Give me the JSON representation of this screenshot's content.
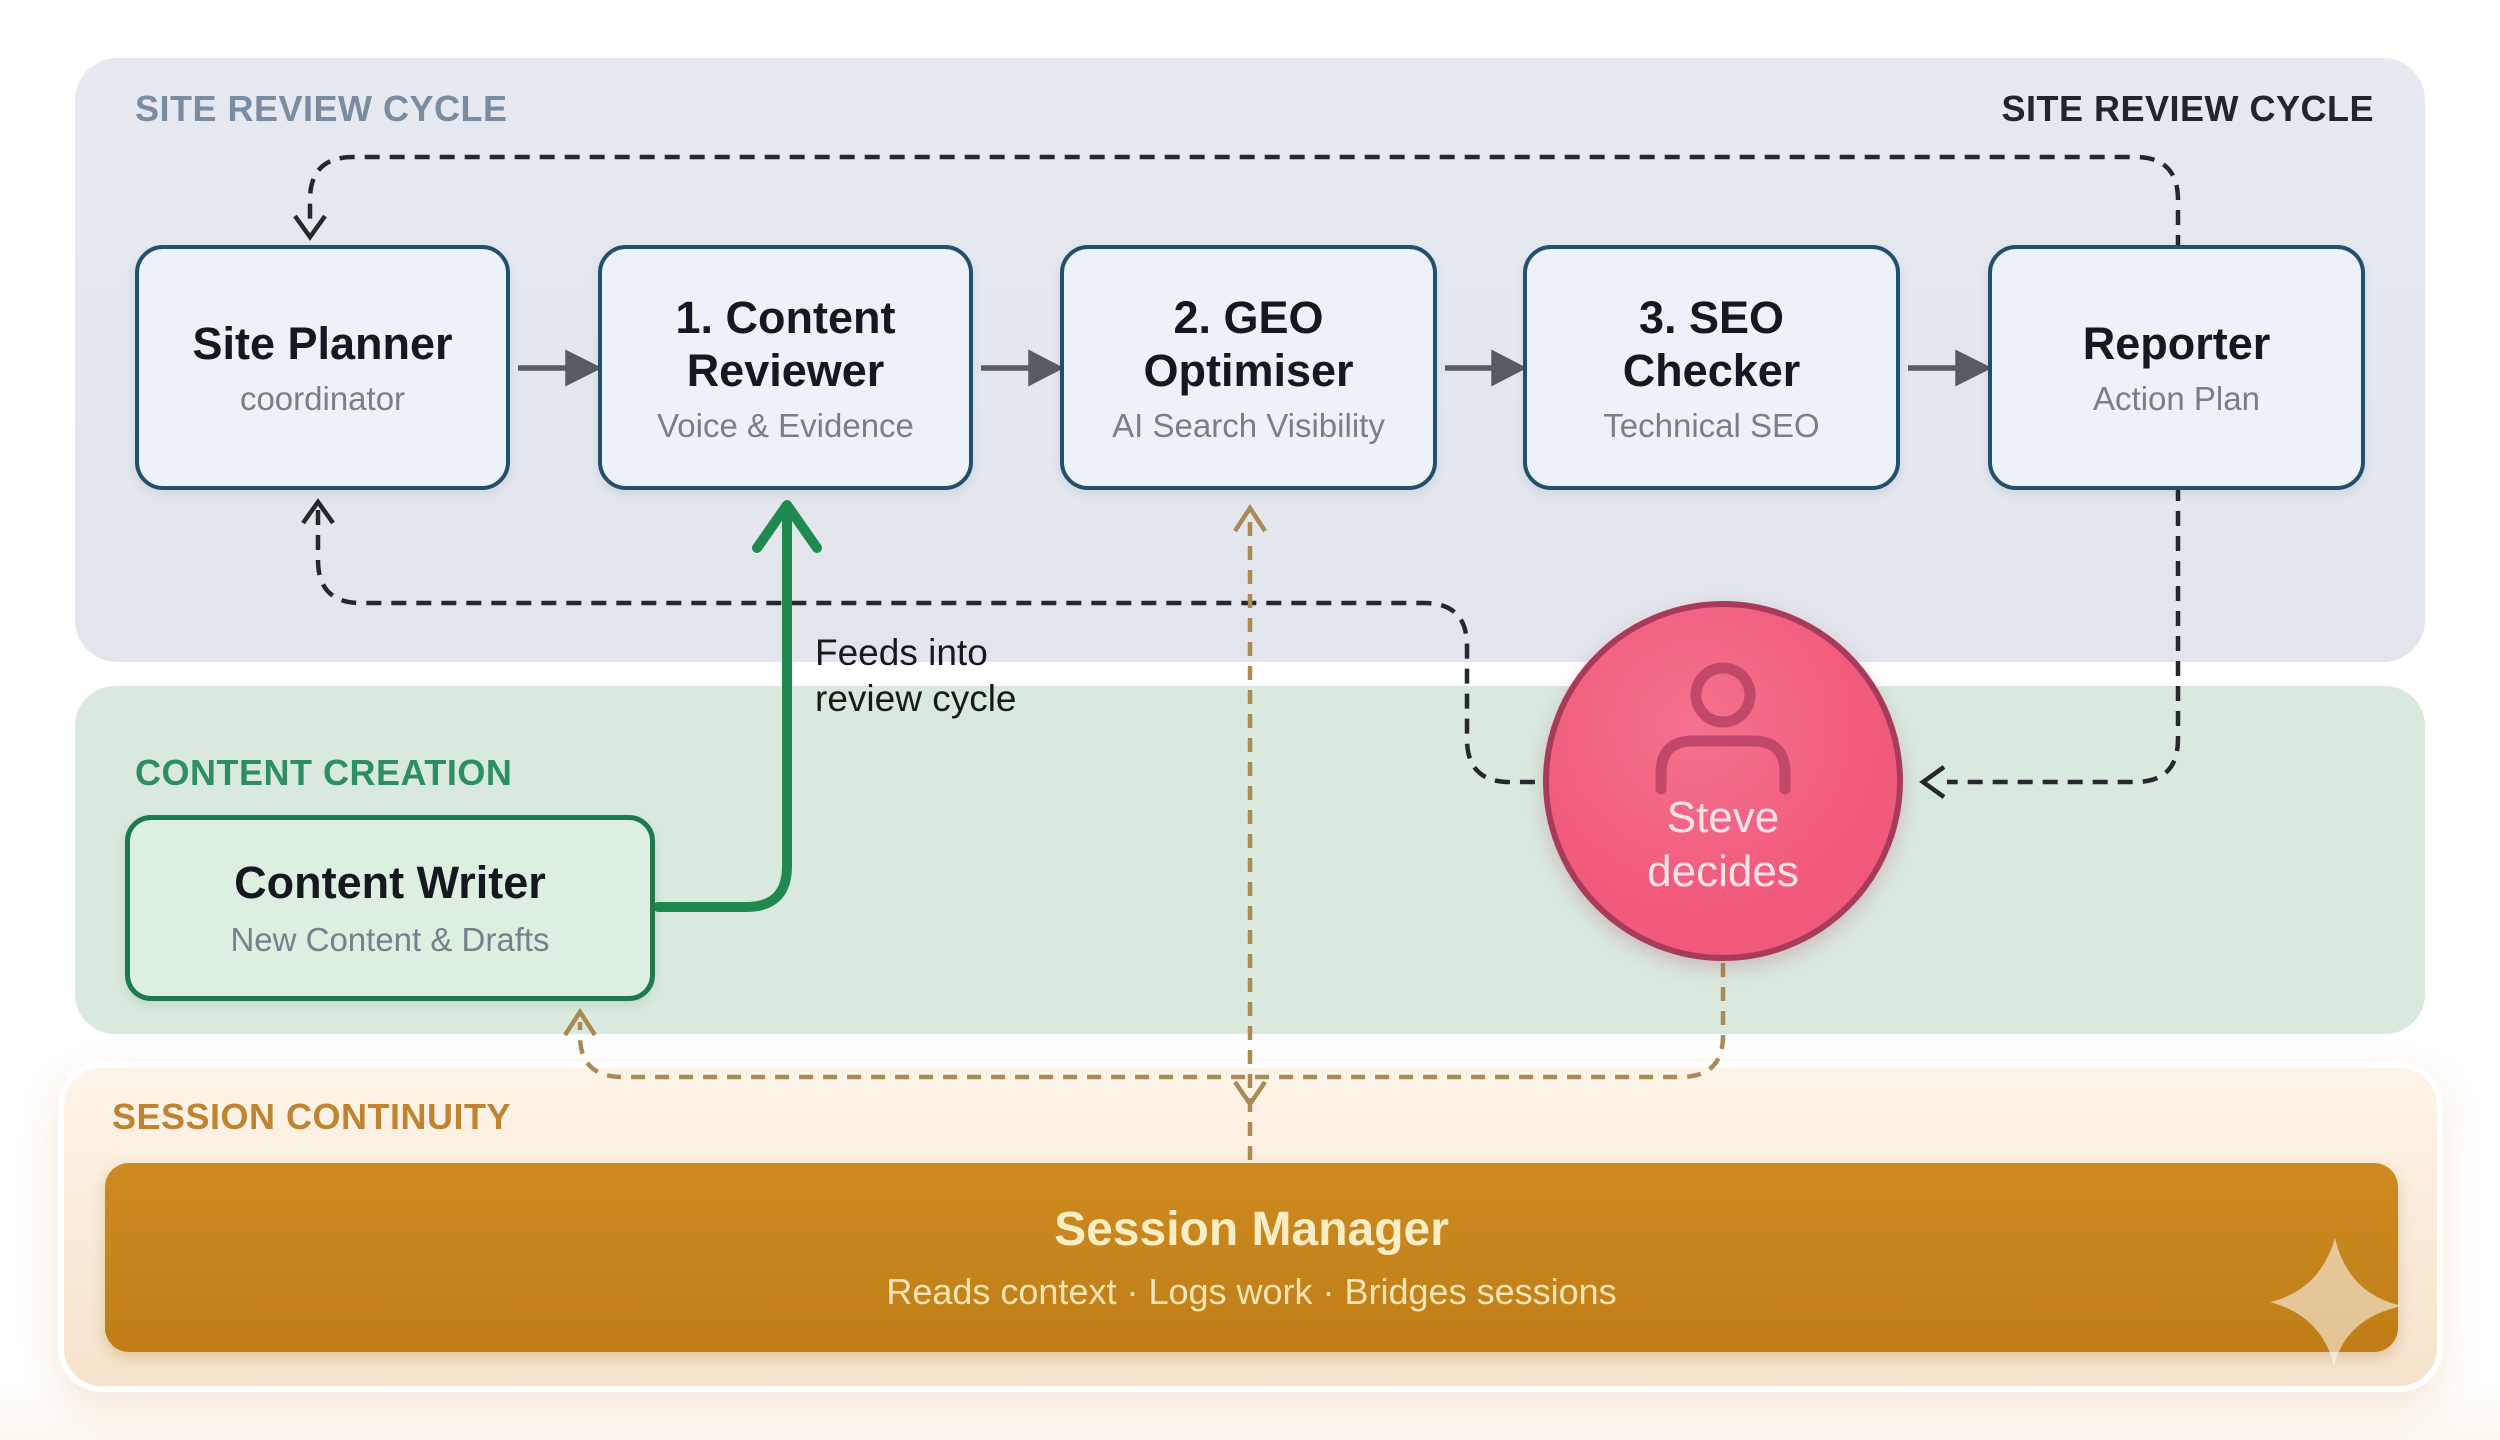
{
  "sections": {
    "review": {
      "label_left": "SITE REVIEW CYCLE",
      "label_right": "SITE REVIEW CYCLE"
    },
    "content": {
      "label": "CONTENT CREATION"
    },
    "session": {
      "label": "SESSION CONTINUITY"
    }
  },
  "boxes": [
    {
      "title": "Site Planner",
      "subtitle": "coordinator"
    },
    {
      "title": "1. Content\nReviewer",
      "subtitle": "Voice & Evidence"
    },
    {
      "title": "2. GEO\nOptimiser",
      "subtitle": "AI Search Visibility"
    },
    {
      "title": "3. SEO\nChecker",
      "subtitle": "Technical SEO"
    },
    {
      "title": "Reporter",
      "subtitle": "Action Plan"
    }
  ],
  "content_writer": {
    "title": "Content Writer",
    "subtitle": "New Content & Drafts"
  },
  "steve": {
    "label": "Steve\ndecides"
  },
  "session_manager": {
    "title": "Session Manager",
    "subtitle": "Reads context · Logs work · Bridges sessions"
  },
  "annotations": {
    "feeds_note": "Feeds into\nreview cycle"
  },
  "colors": {
    "review_panel": "#e4e7ee",
    "green_panel": "#d9e9dd",
    "cream_panel": "#f9ecd9",
    "box_border": "#21506f",
    "box_fill": "#eef1f7",
    "writer_border": "#1c7a4d",
    "green_arrow": "#1e8a50",
    "gold_dash": "#aa8b56",
    "black_dash": "#26282c",
    "gray_arrow": "#575c64",
    "steve_fill": "#f15c7e",
    "steve_border": "#a73b59",
    "session_bar": "#c5831c",
    "session_text": "#f9edc4",
    "label_slate": "#7b8ba0",
    "label_green": "#2c8f62",
    "label_amber": "#c08430"
  }
}
